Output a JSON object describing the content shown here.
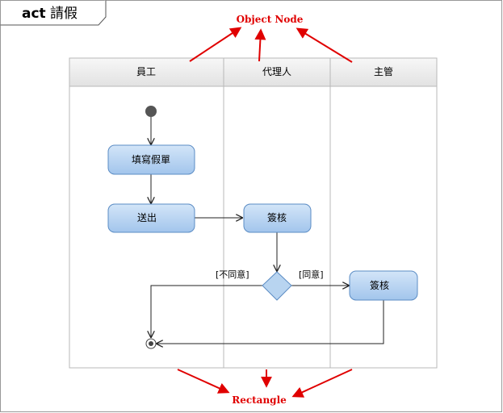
{
  "frame": {
    "keyword": "act",
    "name": "請假"
  },
  "lanes": [
    {
      "label": "員工"
    },
    {
      "label": "代理人"
    },
    {
      "label": "主管"
    }
  ],
  "nodes": {
    "fill_form": "填寫假單",
    "submit": "送出",
    "agent_review": "簽核",
    "manager_review": "簽核"
  },
  "guards": {
    "reject": "[不同意]",
    "approve": "[同意]"
  },
  "annotations": {
    "top": "Object Node",
    "bottom": "Rectangle"
  },
  "colors": {
    "annotation": "#e00000",
    "action_fill_top": "#cfe2f6",
    "action_fill_bottom": "#9fc3ea",
    "action_stroke": "#5b8cc4",
    "decision_fill": "#b8d4f0",
    "lane_header": "#ececec",
    "lane_border": "#b8b8b8"
  }
}
